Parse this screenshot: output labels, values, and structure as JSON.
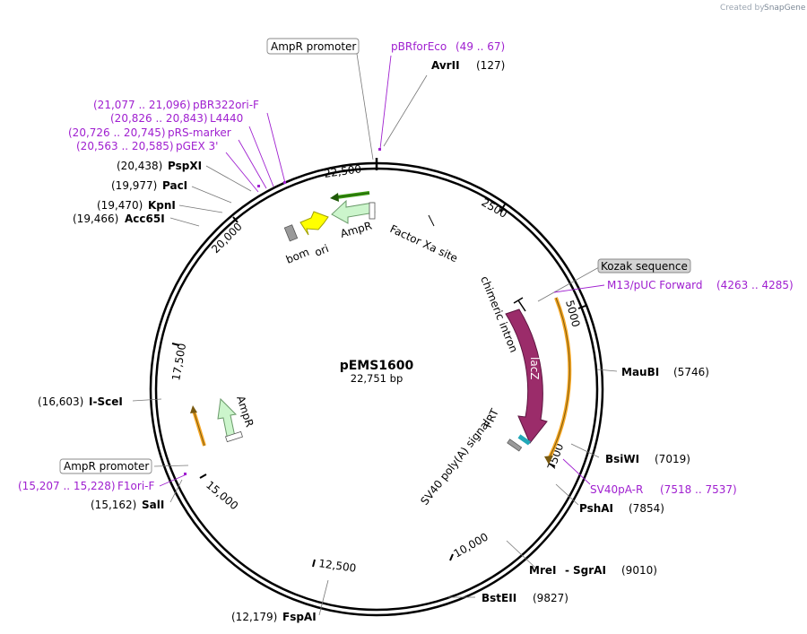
{
  "branding": {
    "created_by": "Created by",
    "product": "SnapGene"
  },
  "plasmid": {
    "name": "pEMS1600",
    "size": "22,751 bp"
  },
  "ticks": [
    "2500",
    "5000",
    "7500",
    "10,000",
    "12,500",
    "15,000",
    "17,500",
    "20,000",
    "22,500"
  ],
  "restriction_sites": [
    {
      "name": "AvrII",
      "coord": "(127)"
    },
    {
      "name": "MauBI",
      "coord": "(5746)"
    },
    {
      "name": "BsiWI",
      "coord": "(7019)"
    },
    {
      "name": "PshAI",
      "coord": "(7854)"
    },
    {
      "name": "MreI",
      "name2": "SgrAI",
      "coord": "(9010)"
    },
    {
      "name": "BstEII",
      "coord": "(9827)"
    },
    {
      "name": "FspAI",
      "coord": "(12,179)"
    },
    {
      "name": "SalI",
      "coord": "(15,162)"
    },
    {
      "name": "I-SceI",
      "coord": "(16,603)"
    },
    {
      "name": "Acc65I",
      "coord": "(19,466)"
    },
    {
      "name": "KpnI",
      "coord": "(19,470)"
    },
    {
      "name": "PacI",
      "coord": "(19,977)"
    },
    {
      "name": "PspXI",
      "coord": "(20,438)"
    }
  ],
  "primers": [
    {
      "name": "pBRforEco",
      "coord": "(49 .. 67)"
    },
    {
      "name": "M13/pUC Forward",
      "coord": "(4263 .. 4285)"
    },
    {
      "name": "SV40pA-R",
      "coord": "(7518 .. 7537)"
    },
    {
      "name": "F1ori-F",
      "coord": "(15,207 .. 15,228)"
    },
    {
      "name": "pBR322ori-F",
      "coord": "(21,077 .. 21,096)"
    },
    {
      "name": "L4440",
      "coord": "(20,826 .. 20,843)"
    },
    {
      "name": "pRS-marker",
      "coord": "(20,726 .. 20,745)"
    },
    {
      "name": "pGEX 3'",
      "coord": "(20,563 .. 20,585)"
    }
  ],
  "boxed_labels": [
    "AmpR promoter",
    "Kozak sequence",
    "AmpR promoter"
  ],
  "features": {
    "lacZ": "lacZ",
    "chimeric_intron": "chimeric intron",
    "frt": "FRT",
    "sv40": "SV40 poly(A) signal",
    "factor_xa": "Factor Xa site",
    "ampr_top": "AmpR",
    "ori": "ori",
    "bom": "bom",
    "ampr_left": "AmpR"
  },
  "colors": {
    "ampr_fill": "#ccf5cc",
    "ampr_stroke": "#6a9a6a",
    "ori_fill": "#ffff00",
    "lacz_fill": "#9b2c6a",
    "primer": "#a020d0",
    "orange_arrow": "#f5a623",
    "green_arrow": "#3a9a10",
    "bom_fill": "#9a9a9a"
  }
}
